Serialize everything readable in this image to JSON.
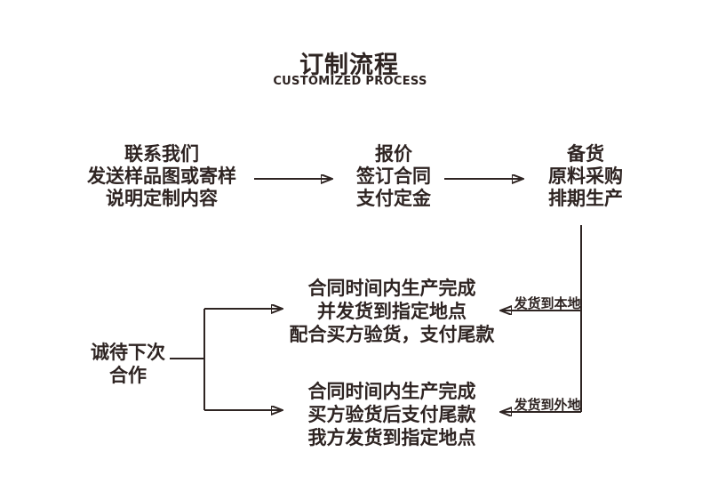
{
  "colors": {
    "ink": "#2e2422",
    "background": "#ffffff"
  },
  "header": {
    "title": "订制流程",
    "subtitle": "CUSTOMIZED PROCESS"
  },
  "steps": [
    {
      "lines": [
        "联系我们",
        "发送样品图或寄样",
        "说明定制内容"
      ]
    },
    {
      "lines": [
        "报价",
        "签订合同",
        "支付定金"
      ]
    },
    {
      "lines": [
        "备货",
        "原料采购",
        "排期生产"
      ]
    }
  ],
  "branches": [
    {
      "tag": "发货到本地",
      "lines": [
        "合同时间内生产完成",
        "并发货到指定地点",
        "配合买方验货，支付尾款"
      ]
    },
    {
      "tag": "发货到外地",
      "lines": [
        "合同时间内生产完成",
        "买方验货后支付尾款",
        "我方发货到指定地点"
      ]
    }
  ],
  "left_note": {
    "lines": [
      "诚待下次",
      "合作"
    ]
  }
}
